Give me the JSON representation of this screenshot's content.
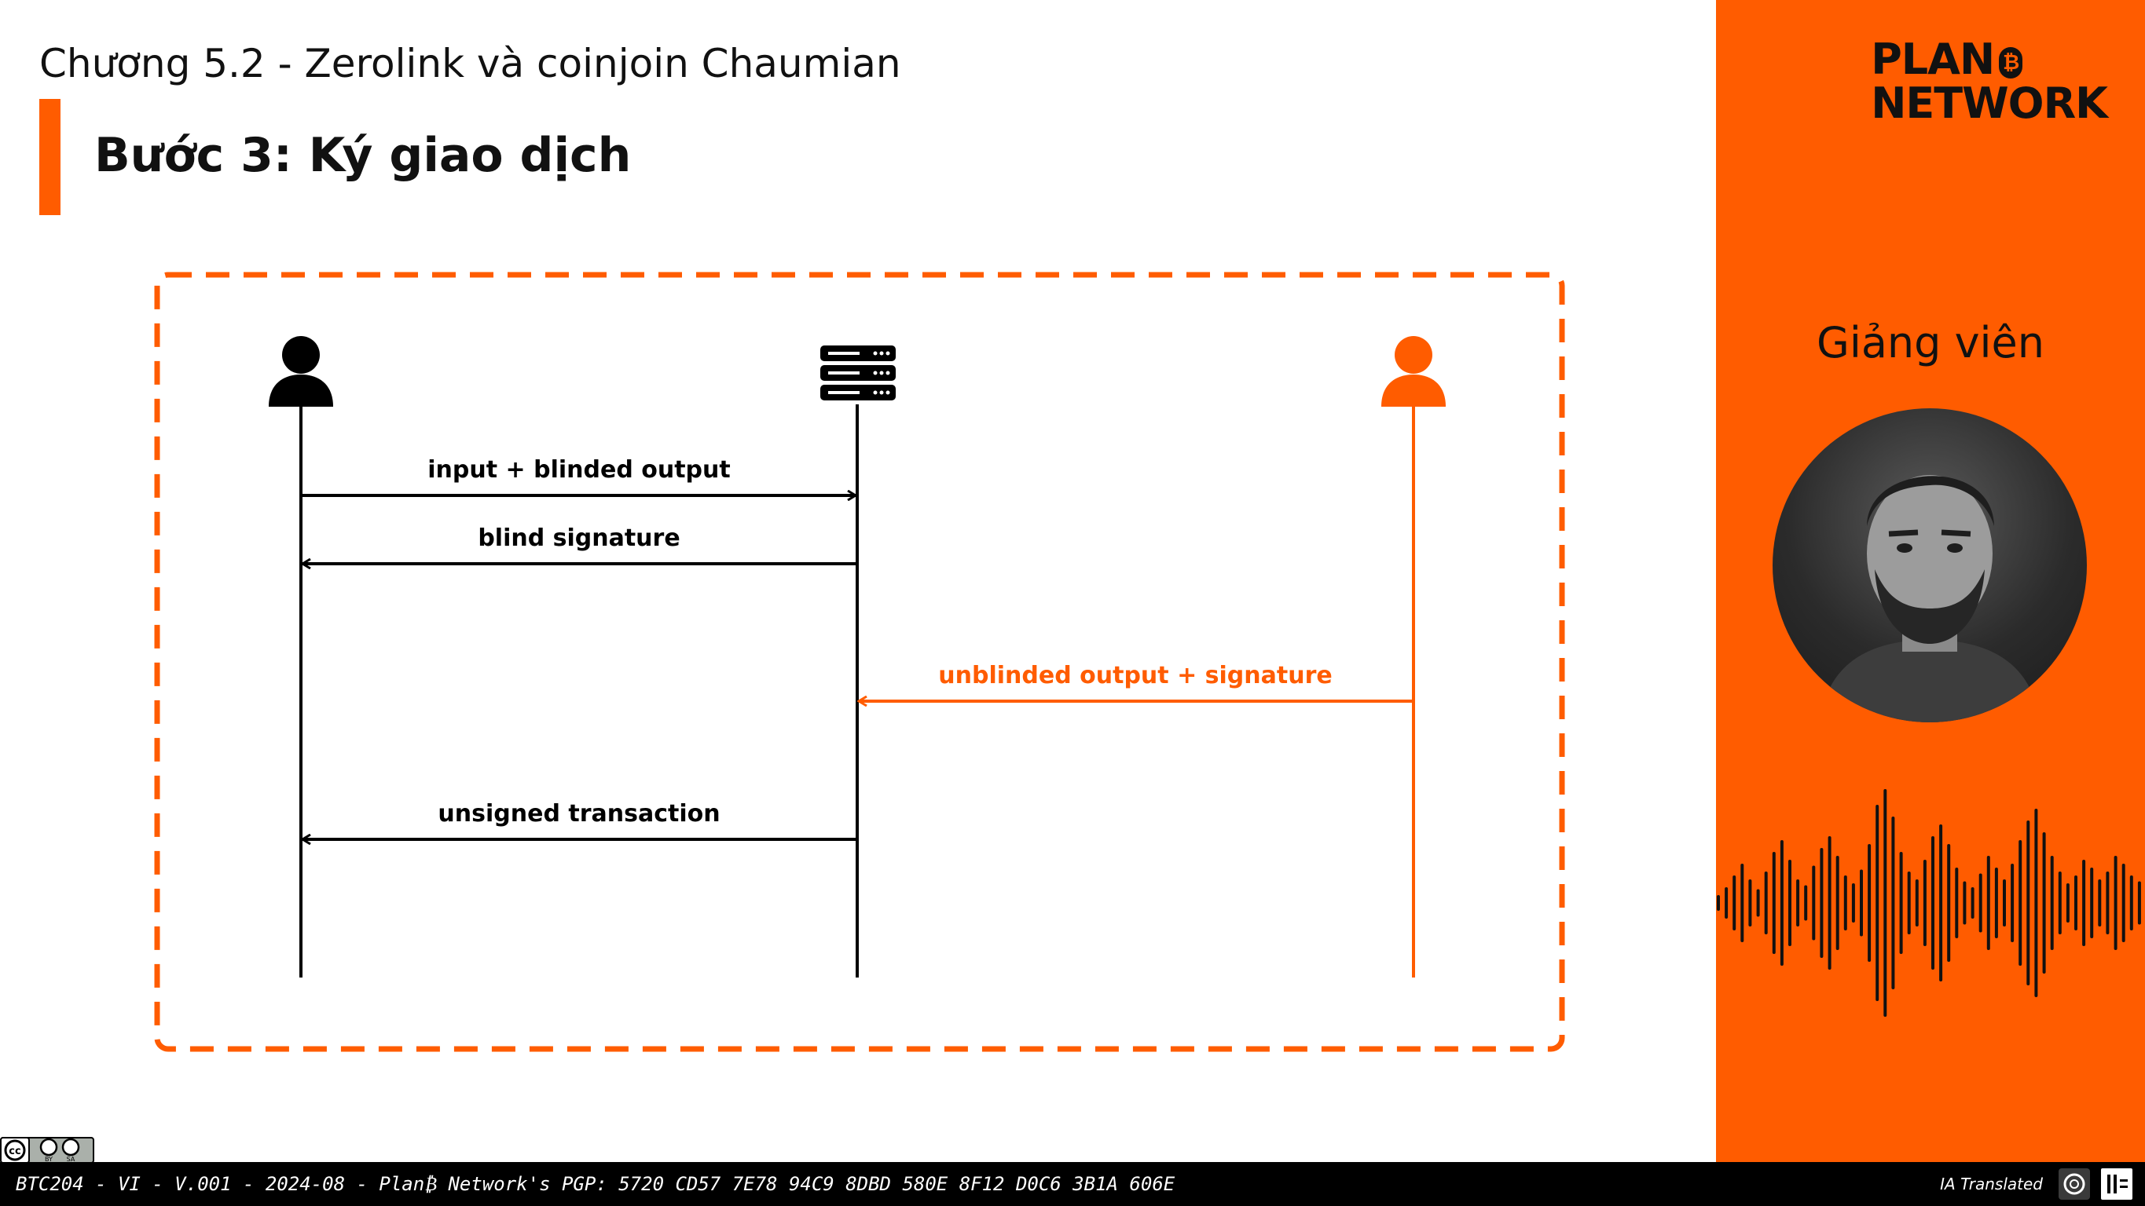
{
  "header": {
    "chapter": "Chương 5.2 - Zerolink và coinjoin Chaumian",
    "title": "Bước 3: Ký giao dịch"
  },
  "diagram": {
    "actors": [
      {
        "icon": "user-icon",
        "color": "#000000"
      },
      {
        "icon": "server-icon",
        "color": "#000000"
      },
      {
        "icon": "user-icon",
        "color": "#FF5C00"
      }
    ],
    "messages": [
      {
        "label": "input + blinded output",
        "from": 0,
        "to": 1,
        "color": "#000000"
      },
      {
        "label": "blind signature",
        "from": 1,
        "to": 0,
        "color": "#000000"
      },
      {
        "label": "unblinded output + signature",
        "from": 2,
        "to": 1,
        "color": "#FF5C00"
      },
      {
        "label": "unsigned transaction",
        "from": 1,
        "to": 0,
        "color": "#000000"
      }
    ]
  },
  "sidebar": {
    "logo_line1": "PLAN",
    "logo_badge": "₿",
    "logo_line2": "NETWORK",
    "instructor_label": "Giảng viên"
  },
  "footer": {
    "text": "BTC204 - VI - V.001 - 2024-08 - Plan₿ Network's PGP: 5720 CD57 7E78 94C9 8DBD 580E 8F12 D0C6 3B1A 606E",
    "ia_label": "IA Translated"
  },
  "colors": {
    "accent": "#FF5C00",
    "ink": "#000000"
  }
}
